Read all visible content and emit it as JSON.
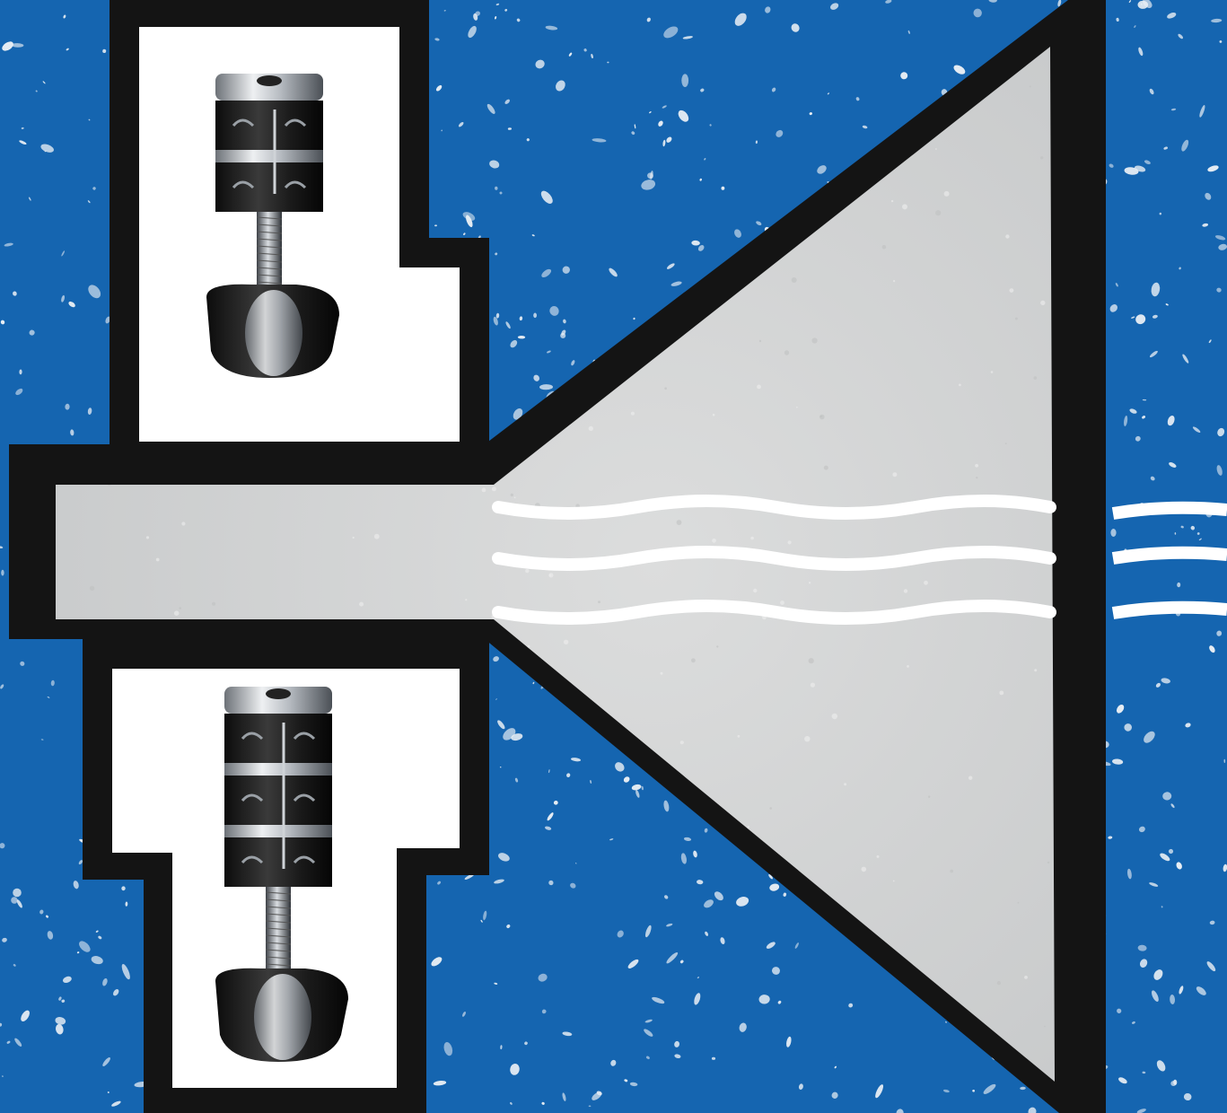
{
  "palette": {
    "background_blue": "#1565b0",
    "speckle": "#e8eef4",
    "outline": "#141414",
    "horn_fill": "#d2d3d3",
    "wave": "#ffffff",
    "device_chrome": "#c9cdd2",
    "device_body": "#1e1e1e"
  },
  "icons": {
    "upper_device": "acoustic-transducer-two-ring",
    "lower_device": "acoustic-transducer-three-ring",
    "waves": "sound-wave-lines"
  },
  "upper_device": {
    "ring_count": 2
  },
  "lower_device": {
    "ring_count": 3
  },
  "waves": {
    "count": 3
  }
}
